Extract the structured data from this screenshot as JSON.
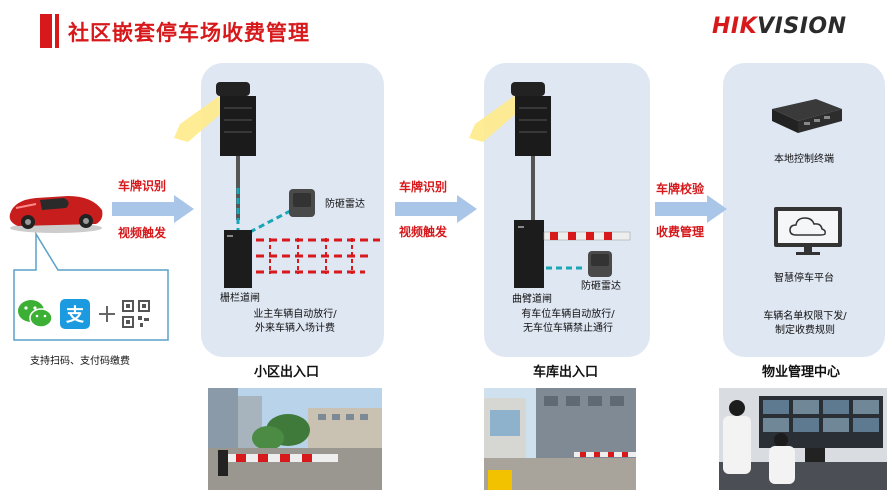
{
  "title": "社区嵌套停车场收费管理",
  "logo": {
    "part1": "HIK",
    "part2": "VISION"
  },
  "flow1": {
    "top": "车牌识别",
    "bottom": "视频触发"
  },
  "flow2": {
    "top": "车牌识别",
    "bottom": "视频触发"
  },
  "flow3": {
    "top": "车牌校验",
    "bottom": "收费管理"
  },
  "payment": {
    "caption": "支持扫码、支付码缴费"
  },
  "panel1": {
    "radar_label": "防砸雷达",
    "barrier_label": "栅栏道闸",
    "desc_line1": "业主车辆自动放行/",
    "desc_line2": "外来车辆入场计费",
    "section": "小区出入口"
  },
  "panel2": {
    "radar_label": "防砸雷达",
    "barrier_label": "曲臂道闸",
    "desc_line1": "有车位车辆自动放行/",
    "desc_line2": "无车位车辆禁止通行",
    "section": "车库出入口"
  },
  "panel3": {
    "terminal_label": "本地控制终端",
    "platform_label": "智慧停车平台",
    "desc_line1": "车辆名单权限下发/",
    "desc_line2": "制定收费规则",
    "section": "物业管理中心"
  },
  "colors": {
    "brand_red": "#d7191c",
    "panel_bg": "#dfe7f3",
    "arrow": "#a9c6e8",
    "teal": "#1aa6b5"
  }
}
